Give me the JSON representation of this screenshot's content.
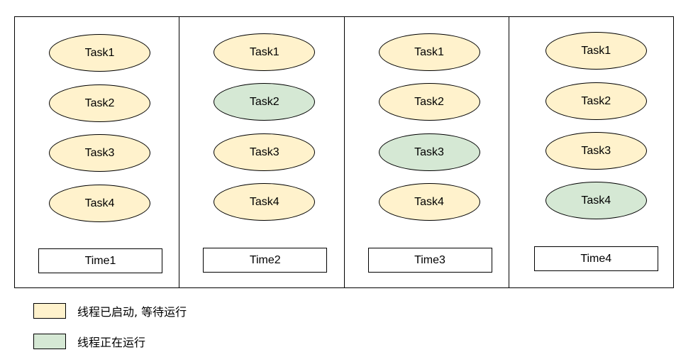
{
  "colors": {
    "waiting": "#fff2cc",
    "running": "#d5e8d4",
    "border": "#000000"
  },
  "panels": [
    {
      "time": "Time1",
      "tasks": [
        {
          "label": "Task1",
          "state": "waiting"
        },
        {
          "label": "Task2",
          "state": "waiting"
        },
        {
          "label": "Task3",
          "state": "waiting"
        },
        {
          "label": "Task4",
          "state": "waiting"
        }
      ]
    },
    {
      "time": "Time2",
      "tasks": [
        {
          "label": "Task1",
          "state": "waiting"
        },
        {
          "label": "Task2",
          "state": "running"
        },
        {
          "label": "Task3",
          "state": "waiting"
        },
        {
          "label": "Task4",
          "state": "waiting"
        }
      ]
    },
    {
      "time": "Time3",
      "tasks": [
        {
          "label": "Task1",
          "state": "waiting"
        },
        {
          "label": "Task2",
          "state": "waiting"
        },
        {
          "label": "Task3",
          "state": "running"
        },
        {
          "label": "Task4",
          "state": "waiting"
        }
      ]
    },
    {
      "time": "Time4",
      "tasks": [
        {
          "label": "Task1",
          "state": "waiting"
        },
        {
          "label": "Task2",
          "state": "waiting"
        },
        {
          "label": "Task3",
          "state": "waiting"
        },
        {
          "label": "Task4",
          "state": "running"
        }
      ]
    }
  ],
  "legend": [
    {
      "state": "waiting",
      "label": "线程已启动, 等待运行"
    },
    {
      "state": "running",
      "label": "线程正在运行"
    }
  ]
}
